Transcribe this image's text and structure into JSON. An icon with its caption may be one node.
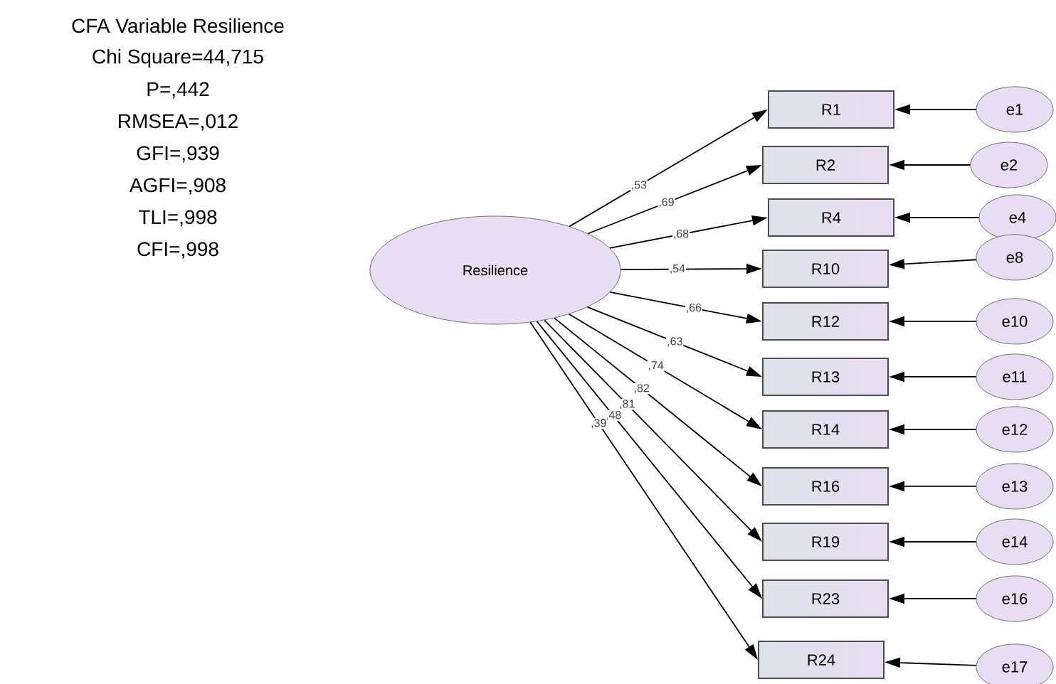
{
  "diagram": {
    "title": "CFA Variable Resilience",
    "labels": [
      "Chi Square=44,715",
      "P=,442",
      "RMSEA=,012",
      "GFI=,939",
      "AGFI=,908",
      "TLI=,998",
      "CFI=,998"
    ],
    "nodes": [
      {
        "text": [
          "Resilience"
        ]
      },
      {
        "text": [
          "R1"
        ]
      },
      {
        "text": [
          "R2"
        ]
      },
      {
        "text": [
          "R4"
        ]
      },
      {
        "text": [
          "R10"
        ]
      },
      {
        "text": [
          "R12"
        ]
      },
      {
        "text": [
          "R13"
        ]
      },
      {
        "text": [
          "R14"
        ]
      },
      {
        "text": [
          "R16"
        ]
      },
      {
        "text": [
          "R19"
        ]
      },
      {
        "text": [
          "R23"
        ]
      },
      {
        "text": [
          "R24"
        ]
      },
      {
        "text": [
          "e1"
        ]
      },
      {
        "text": [
          "e2"
        ]
      },
      {
        "text": [
          "e4"
        ]
      },
      {
        "text": [
          "e8"
        ]
      },
      {
        "text": [
          "e10"
        ]
      },
      {
        "text": [
          "e11"
        ]
      },
      {
        "text": [
          "e12"
        ]
      },
      {
        "text": [
          "e13"
        ]
      },
      {
        "text": [
          "e14"
        ]
      },
      {
        "text": [
          "e16"
        ]
      },
      {
        "text": [
          "e17"
        ]
      }
    ],
    "edges": [
      {
        "from": 0,
        "to": 1,
        "arrow": "to",
        "label": ",53"
      },
      {
        "from": 0,
        "to": 2,
        "arrow": "to",
        "label": ",69"
      },
      {
        "from": 0,
        "to": 3,
        "arrow": "to",
        "label": ",68"
      },
      {
        "from": 0,
        "to": 4,
        "arrow": "to",
        "label": ",54"
      },
      {
        "from": 0,
        "to": 5,
        "arrow": "to",
        "label": ",66"
      },
      {
        "from": 0,
        "to": 6,
        "arrow": "to",
        "label": ",63"
      },
      {
        "from": 0,
        "to": 7,
        "arrow": "to",
        "label": ",74"
      },
      {
        "from": 0,
        "to": 8,
        "arrow": "to",
        "label": ",82"
      },
      {
        "from": 0,
        "to": 9,
        "arrow": "to",
        "label": ",81"
      },
      {
        "from": 0,
        "to": 10,
        "arrow": "to",
        "label": ",48"
      },
      {
        "from": 0,
        "to": 11,
        "arrow": "to",
        "label": ",39"
      },
      {
        "from": 12,
        "to": 1,
        "arrow": "to"
      },
      {
        "from": 13,
        "to": 2,
        "arrow": "to"
      },
      {
        "from": 14,
        "to": 3,
        "arrow": "to"
      },
      {
        "from": 15,
        "to": 4,
        "arrow": "to"
      },
      {
        "from": 16,
        "to": 5,
        "arrow": "to"
      },
      {
        "from": 17,
        "to": 6,
        "arrow": "to"
      },
      {
        "from": 18,
        "to": 7,
        "arrow": "to"
      },
      {
        "from": 19,
        "to": 8,
        "arrow": "to"
      },
      {
        "from": 20,
        "to": 9,
        "arrow": "to"
      },
      {
        "from": 21,
        "to": 10,
        "arrow": "to"
      },
      {
        "from": 22,
        "to": 11,
        "arrow": "to"
      }
    ]
  }
}
